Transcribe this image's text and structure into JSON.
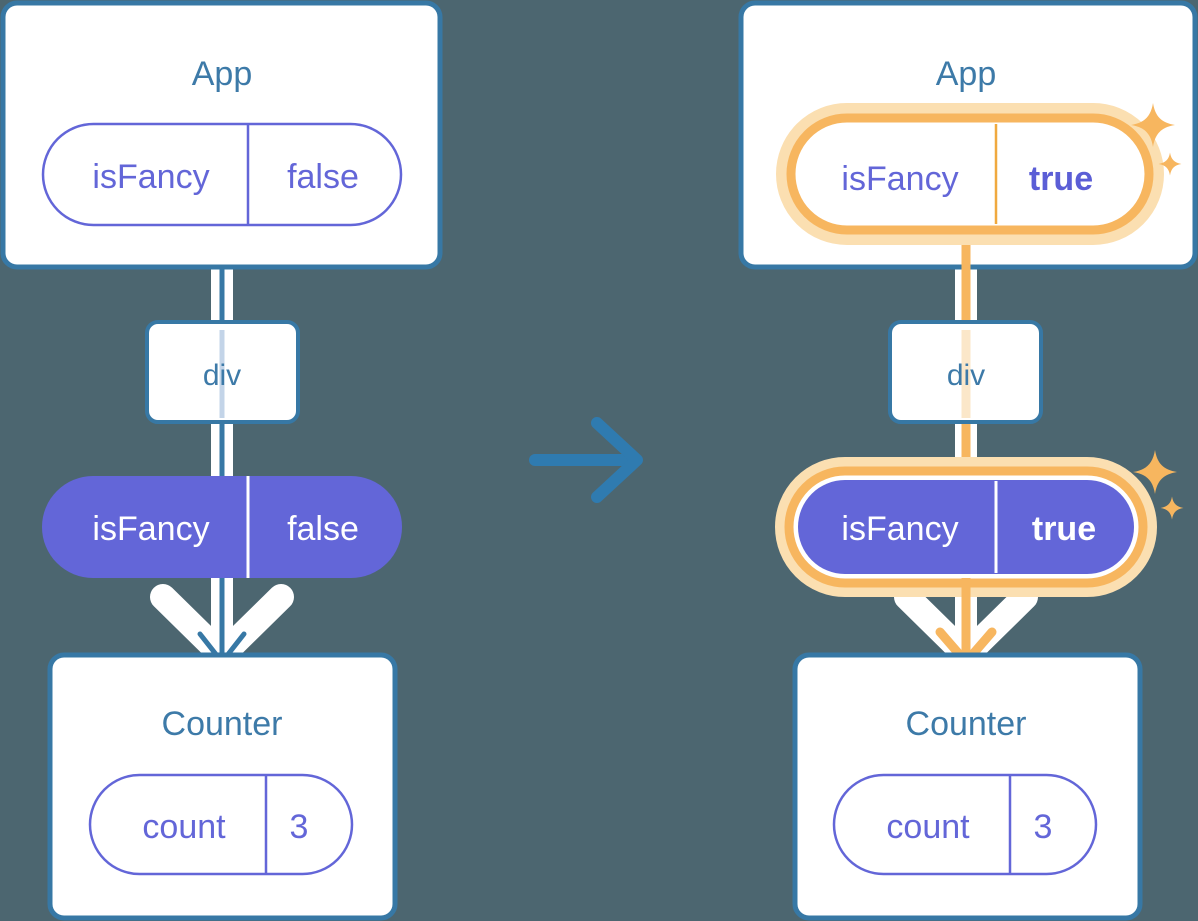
{
  "meta": {
    "background_color": "#4c6670",
    "box_border_color": "#3778a5",
    "box_fill_color": "#ffffff",
    "purple_color": "#6366d8",
    "purple_text_color": "#6366d8",
    "highlight_color": "#f7b65f",
    "highlight_glow_color": "#fbdfb1",
    "line_color": "#3778a5",
    "line_faded_color": "#c3d4e8",
    "line_highlight_faded_color": "#fbe7c9",
    "halo_color": "#ffffff",
    "arrow_color": "#2f7bb0"
  },
  "transition_arrow": {
    "icon": "arrow-right-icon",
    "color": "#2f7bb0"
  },
  "diagrams": [
    {
      "id": "before",
      "side": "left",
      "highlighted": false,
      "app": {
        "title": "App",
        "state_pill": {
          "key": "isFancy",
          "value": "false",
          "style": "outline",
          "highlighted": false
        }
      },
      "dom_node": {
        "tag": "div"
      },
      "prop_pill": {
        "key": "isFancy",
        "value": "false",
        "style": "filled",
        "highlighted": false
      },
      "counter": {
        "title": "Counter",
        "state_pill": {
          "key": "count",
          "value": "3",
          "style": "outline",
          "highlighted": false
        }
      },
      "sparkles": []
    },
    {
      "id": "after",
      "side": "right",
      "highlighted": true,
      "app": {
        "title": "App",
        "state_pill": {
          "key": "isFancy",
          "value": "true",
          "style": "outline",
          "highlighted": true
        }
      },
      "dom_node": {
        "tag": "div"
      },
      "prop_pill": {
        "key": "isFancy",
        "value": "true",
        "style": "filled",
        "highlighted": true
      },
      "counter": {
        "title": "Counter",
        "state_pill": {
          "key": "count",
          "value": "3",
          "style": "outline",
          "highlighted": false
        }
      },
      "sparkles": [
        {
          "name": "sparkle-large-top",
          "size": "large"
        },
        {
          "name": "sparkle-small-top",
          "size": "small"
        },
        {
          "name": "sparkle-large-mid",
          "size": "large"
        },
        {
          "name": "sparkle-small-mid",
          "size": "small"
        }
      ]
    }
  ]
}
